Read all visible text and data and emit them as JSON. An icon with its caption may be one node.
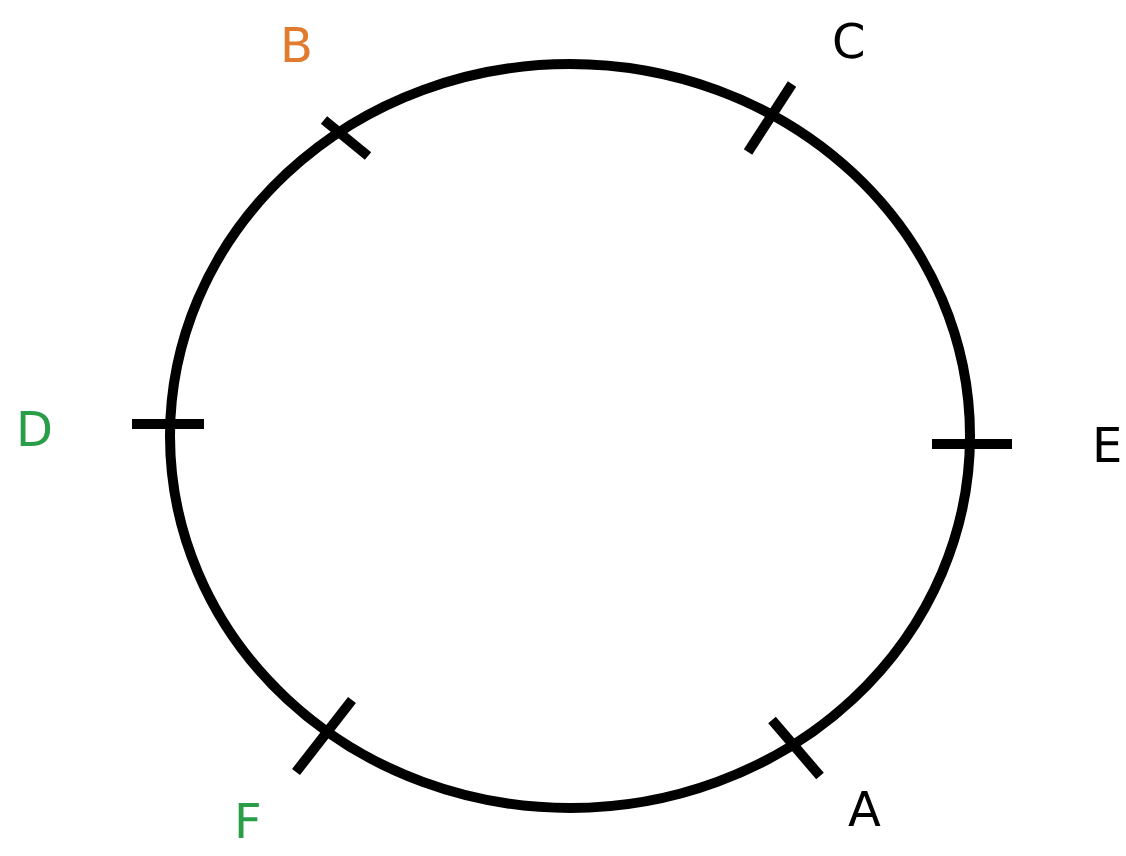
{
  "diagram": {
    "labels": [
      "B",
      "C",
      "D",
      "E",
      "F",
      "A"
    ]
  }
}
